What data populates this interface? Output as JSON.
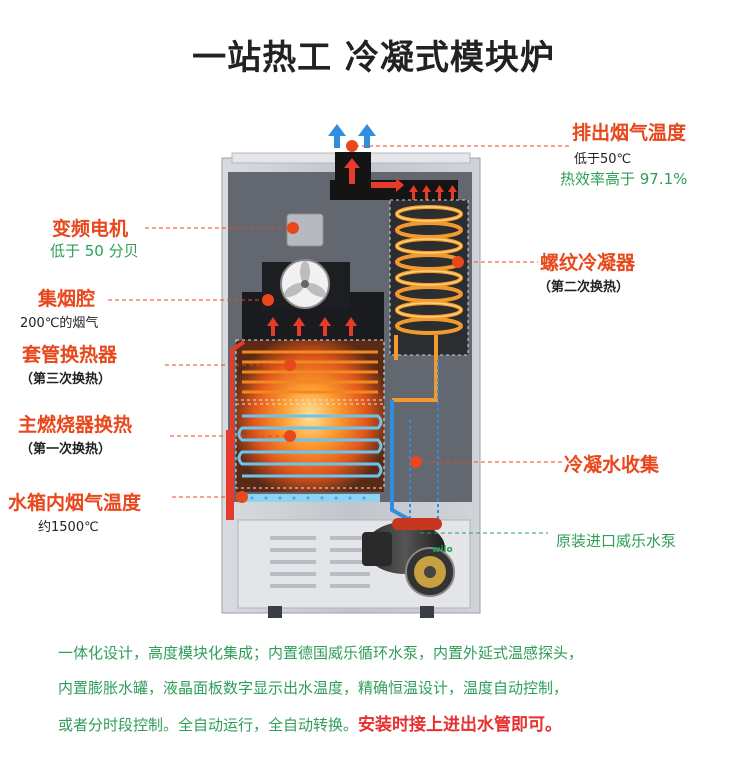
{
  "title": "一站热工  冷凝式模块炉",
  "labels": {
    "exhaust_title": "排出烟气温度",
    "exhaust_temp": "低于50℃",
    "efficiency": "热效率高于 97.1%",
    "motor_title": "变频电机",
    "motor_noise": "低于 50 分贝",
    "condenser_title": "螺纹冷凝器",
    "condenser_stage": "（第二次换热）",
    "chamber_title": "集烟腔",
    "chamber_temp": "200℃的烟气",
    "sleeve_title": "套管换热器",
    "sleeve_stage": "（第三次换热）",
    "burner_title": "主燃烧器换热",
    "burner_stage": "（第一次换热）",
    "collect_title": "冷凝水收集",
    "tank_title": "水箱内烟气温度",
    "tank_temp": "约1500℃",
    "pump_title": "原装进口威乐水泵",
    "pump_brand": "wilo"
  },
  "description": {
    "line1": "一体化设计，高度模块化集成；内置德国威乐循环水泵，内置外延式温感探头，",
    "line2": "内置膨胀水罐，液晶面板数字显示出水温度，精确恒温设计，温度自动控制，",
    "line3": "或者分时段控制。全自动运行，全自动转换。",
    "line3_emphasis": "安装时接上进出水管即可。"
  },
  "colors": {
    "accent_red": "#e8481c",
    "accent_green": "#2e9e58",
    "arrow_blue": "#2f8ee0",
    "flame": "#f57c1f",
    "cabinet": "#c9ccd2"
  }
}
